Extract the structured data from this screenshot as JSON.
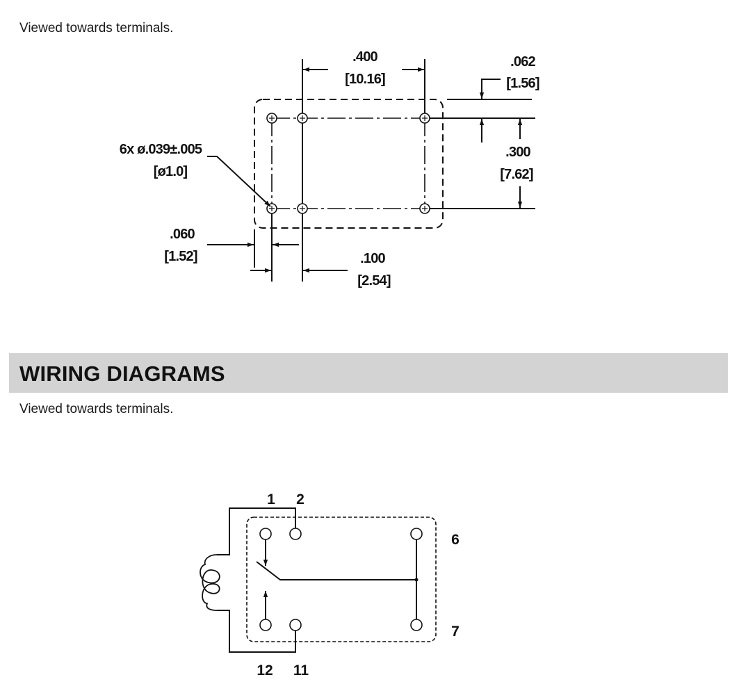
{
  "pcb_layout": {
    "caption": "Viewed towards terminals.",
    "dimensions": {
      "pitch_long": {
        "inch": ".400",
        "mm": "[10.16]"
      },
      "offset_top": {
        "inch": ".062",
        "mm": "[1.56]"
      },
      "pitch_rows": {
        "inch": ".300",
        "mm": "[7.62]"
      },
      "hole": {
        "inch": "6x ø.039±.005",
        "mm": "[ø1.0]"
      },
      "offset_left": {
        "inch": ".060",
        "mm": "[1.52]"
      },
      "pitch_short": {
        "inch": ".100",
        "mm": "[2.54]"
      }
    }
  },
  "section": {
    "title": "WIRING DIAGRAMS",
    "caption": "Viewed towards terminals."
  },
  "wiring": {
    "pins": {
      "p1": "1",
      "p2": "2",
      "p6": "6",
      "p7": "7",
      "p12": "12",
      "p11": "11"
    }
  }
}
